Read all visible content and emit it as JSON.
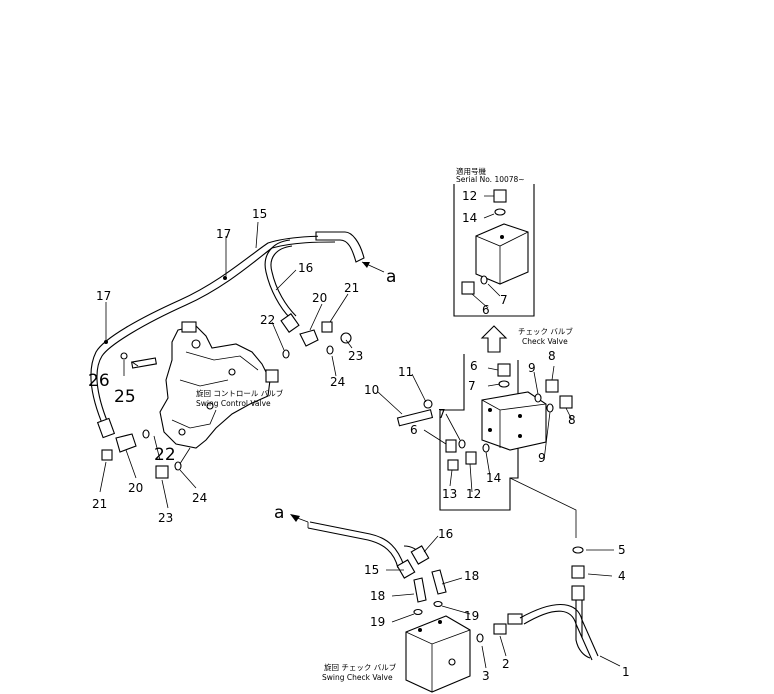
{
  "callouts": {
    "c15_top": "15",
    "c17_top": "17",
    "c16_top": "16",
    "c17_left": "17",
    "c20_top": "20",
    "c21_top": "21",
    "c22_top": "22",
    "c23_top": "23",
    "c24_top": "24",
    "c26": "26",
    "c25": "25",
    "c22_big": "22",
    "c21_bot": "21",
    "c20_bot": "20",
    "c23_bot": "23",
    "c24_bot": "24",
    "a_top": "a",
    "a_bot": "a",
    "c11": "11",
    "c10": "10",
    "c6_mid": "6",
    "c7_mid": "7",
    "c13": "13",
    "c12_mid": "12",
    "c14_mid": "14",
    "c6_box": "6",
    "c7_box": "7",
    "c9_a": "9",
    "c9_b": "9",
    "c8_a": "8",
    "c8_b": "8",
    "c12_inset": "12",
    "c14_inset": "14",
    "c7_inset": "7",
    "c6_inset": "6",
    "c16_bot": "16",
    "c15_bot": "15",
    "c18_a": "18",
    "c18_b": "18",
    "c19_a": "19",
    "c19_b": "19",
    "c5": "5",
    "c4": "4",
    "c3": "3",
    "c2": "2",
    "c1": "1"
  },
  "labels": {
    "swing_control_jp": "旋回 コントロール バルブ",
    "swing_control_en": "Swing Control Valve",
    "check_valve_jp": "チェック バルブ",
    "check_valve_en": "Check Valve",
    "inset_jp": "適用号機",
    "inset_en": "Serial No. 10078~",
    "swing_check_jp": "旋回 チェック バルブ",
    "swing_check_en": "Swing Check Valve"
  }
}
